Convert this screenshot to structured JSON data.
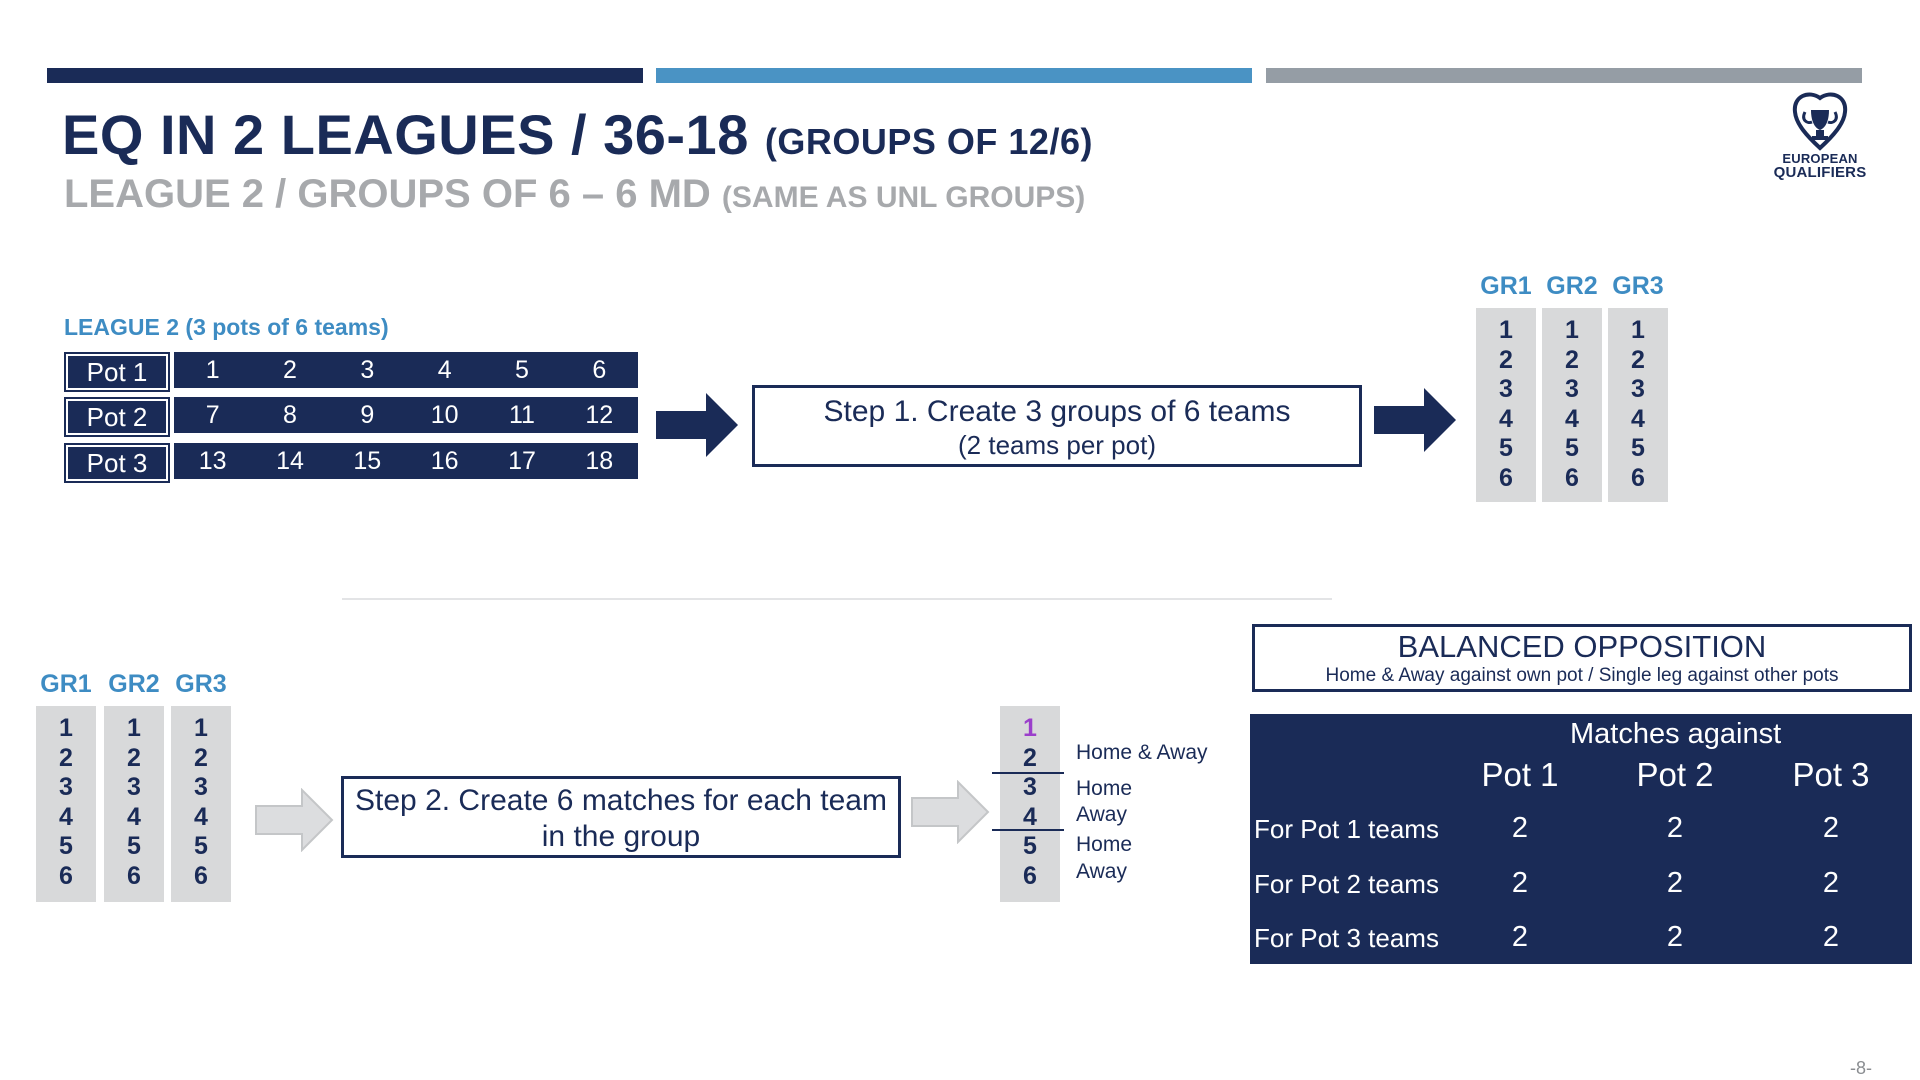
{
  "header": {
    "title_main": "EQ IN 2 LEAGUES / 36-18",
    "title_paren": "(GROUPS OF 12/6)",
    "subtitle_main": "LEAGUE 2 / GROUPS OF 6 – 6 MD",
    "subtitle_paren": "(SAME AS UNL GROUPS)",
    "colors": {
      "navy": "#1a2b57",
      "blue": "#4a93c4",
      "grey": "#959da5"
    }
  },
  "logo": {
    "line1": "EUROPEAN",
    "line2": "QUALIFIERS"
  },
  "league": {
    "label": "LEAGUE 2 (3 pots of 6 teams)",
    "pots": [
      {
        "label": "Pot 1",
        "teams": [
          "1",
          "2",
          "3",
          "4",
          "5",
          "6"
        ]
      },
      {
        "label": "Pot 2",
        "teams": [
          "7",
          "8",
          "9",
          "10",
          "11",
          "12"
        ]
      },
      {
        "label": "Pot 3",
        "teams": [
          "13",
          "14",
          "15",
          "16",
          "17",
          "18"
        ]
      }
    ]
  },
  "step1": {
    "line1": "Step 1. Create 3 groups of 6 teams",
    "line2": "(2 teams per pot)"
  },
  "groups_top": [
    {
      "name": "GR1",
      "items": [
        "1",
        "2",
        "3",
        "4",
        "5",
        "6"
      ]
    },
    {
      "name": "GR2",
      "items": [
        "1",
        "2",
        "3",
        "4",
        "5",
        "6"
      ]
    },
    {
      "name": "GR3",
      "items": [
        "1",
        "2",
        "3",
        "4",
        "5",
        "6"
      ]
    }
  ],
  "groups_bottom": [
    {
      "name": "GR1",
      "items": [
        "1",
        "2",
        "3",
        "4",
        "5",
        "6"
      ]
    },
    {
      "name": "GR2",
      "items": [
        "1",
        "2",
        "3",
        "4",
        "5",
        "6"
      ]
    },
    {
      "name": "GR3",
      "items": [
        "1",
        "2",
        "3",
        "4",
        "5",
        "6"
      ]
    }
  ],
  "step2": {
    "line1": "Step 2. Create 6 matches for each team",
    "line2": "in the group"
  },
  "matches_column": {
    "items": [
      "1",
      "2",
      "3",
      "4",
      "5",
      "6"
    ],
    "labels": [
      "Home & Away",
      "Home",
      "Away",
      "Home",
      "Away"
    ]
  },
  "balanced": {
    "title": "BALANCED OPPOSITION",
    "subtitle": "Home & Away against own pot / Single leg against other pots"
  },
  "matrix": {
    "header": "Matches against",
    "columns": [
      "Pot 1",
      "Pot 2",
      "Pot 3"
    ],
    "rows": [
      {
        "label": "For Pot 1 teams",
        "values": [
          "2",
          "2",
          "2"
        ]
      },
      {
        "label": "For Pot 2 teams",
        "values": [
          "2",
          "2",
          "2"
        ]
      },
      {
        "label": "For Pot 3 teams",
        "values": [
          "2",
          "2",
          "2"
        ]
      }
    ]
  },
  "page_number": "-8-"
}
